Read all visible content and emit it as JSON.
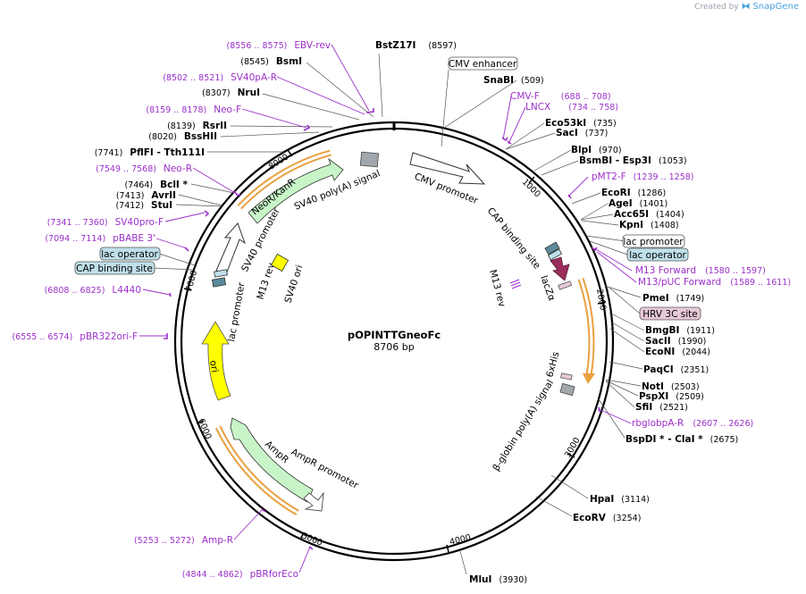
{
  "credit": {
    "prefix": "Created by",
    "brand": "SnapGene"
  },
  "plasmid": {
    "name": "pOPINTTGneoFc",
    "size_label": "8706 bp",
    "length": 8706
  },
  "ticks": [
    {
      "pos": 1000,
      "label": "1000"
    },
    {
      "pos": 2000,
      "label": "2000"
    },
    {
      "pos": 3000,
      "label": "3000"
    },
    {
      "pos": 4000,
      "label": "4000"
    },
    {
      "pos": 5000,
      "label": "5000"
    },
    {
      "pos": 6000,
      "label": "6000"
    },
    {
      "pos": 7000,
      "label": "7000"
    },
    {
      "pos": 8000,
      "label": "8000"
    }
  ],
  "colors": {
    "enzyme": "#000000",
    "primer": "#9b30c9",
    "backbone": "#000000",
    "neo_fill": "#c8f5c8",
    "amp_fill": "#c8f5c8",
    "ori_fill": "#ffff00",
    "sv40ori_fill": "#ffff00",
    "cds_outline": "#e8a040",
    "lacz_fill": "#9b2d5a",
    "regulatory": "#ffffff",
    "polyA": "#a0a8ae",
    "label_box": "#bfe0ea",
    "hrv_box": "#e8c8d8"
  },
  "enzymes": [
    {
      "name": "BstZ17I",
      "pos": "(8597)"
    },
    {
      "name": "BsmI",
      "pos": "(8545)"
    },
    {
      "name": "NruI",
      "pos": "(8307)"
    },
    {
      "name": "RsrII",
      "pos": "(8139)"
    },
    {
      "name": "BssHII",
      "pos": "(8020)"
    },
    {
      "name": "PflFI  - Tth111I",
      "pos": "(7741)"
    },
    {
      "name": "BclI *",
      "pos": "(7464)"
    },
    {
      "name": "AvrII",
      "pos": "(7413)"
    },
    {
      "name": "StuI",
      "pos": "(7412)"
    },
    {
      "name": "SnaBI",
      "pos": "(509)"
    },
    {
      "name": "Eco53kI",
      "pos": "(735)"
    },
    {
      "name": "SacI",
      "pos": "(737)"
    },
    {
      "name": "BlpI",
      "pos": "(970)"
    },
    {
      "name": "BsmBI  - Esp3I",
      "pos": "(1053)"
    },
    {
      "name": "EcoRI",
      "pos": "(1286)"
    },
    {
      "name": "AgeI",
      "pos": "(1401)"
    },
    {
      "name": "Acc65I",
      "pos": "(1404)"
    },
    {
      "name": "KpnI",
      "pos": "(1408)"
    },
    {
      "name": "PmeI",
      "pos": "(1749)"
    },
    {
      "name": "BmgBI",
      "pos": "(1911)"
    },
    {
      "name": "SacII",
      "pos": "(1990)"
    },
    {
      "name": "EcoNI",
      "pos": "(2044)"
    },
    {
      "name": "PaqCI",
      "pos": "(2351)"
    },
    {
      "name": "NotI",
      "pos": "(2503)"
    },
    {
      "name": "PspXI",
      "pos": "(2509)"
    },
    {
      "name": "SfiI",
      "pos": "(2521)"
    },
    {
      "name": "BspDI *  - ClaI *",
      "pos": "(2675)"
    },
    {
      "name": "HpaI",
      "pos": "(3114)"
    },
    {
      "name": "EcoRV",
      "pos": "(3254)"
    },
    {
      "name": "MluI",
      "pos": "(3930)"
    }
  ],
  "primers": [
    {
      "range": "(8556 .. 8575)",
      "name": "EBV-rev"
    },
    {
      "range": "(8502 .. 8521)",
      "name": "SV40pA-R"
    },
    {
      "range": "(8159 .. 8178)",
      "name": "Neo-F"
    },
    {
      "range": "(7549 .. 7568)",
      "name": "Neo-R"
    },
    {
      "range": "(7341 .. 7360)",
      "name": "SV40pro-F"
    },
    {
      "range": "(7094 .. 7114)",
      "name": "pBABE 3'"
    },
    {
      "range": "(6808 .. 6825)",
      "name": "L4440"
    },
    {
      "range": "(6555 .. 6574)",
      "name": "pBR322ori-F"
    },
    {
      "range": "(5253 .. 5272)",
      "name": "Amp-R"
    },
    {
      "range": "(4844 .. 4862)",
      "name": "pBRforEco"
    },
    {
      "range": "(688 .. 708)",
      "name": "CMV-F"
    },
    {
      "range": "(734 .. 758)",
      "name": "LNCX"
    },
    {
      "range": "(1239 .. 1258)",
      "name": "pMT2-F"
    },
    {
      "range": "(1580 .. 1597)",
      "name": "M13 Forward"
    },
    {
      "range": "(1589 .. 1611)",
      "name": "M13/pUC Forward"
    },
    {
      "range": "(2607 .. 2626)",
      "name": "rbglobpA-R"
    }
  ],
  "boxed_labels": {
    "cmv_enhancer": "CMV enhancer",
    "lac_promoter_right": "lac promoter",
    "lac_operator_right": "lac operator",
    "hrv_3c_site": "HRV 3C site",
    "lac_operator_left": "lac operator",
    "cap_site_left": "CAP binding site"
  },
  "features": {
    "cmv_promoter": "CMV promoter",
    "cap_binding_site": "CAP binding site",
    "lacz": "lacZα",
    "m13_rev_right": "M13 rev",
    "his_tag": "6xHis",
    "beta_globin": "β-globin poly(A) signal",
    "sv40_polyA": "SV40 poly(A) signal",
    "neo": "NeoR/KanR",
    "sv40_promoter": "SV40 promoter",
    "sv40_ori": "SV40 ori",
    "m13_rev_left": "M13 rev",
    "lac_promoter_left": "lac promoter",
    "ori": "ori",
    "ampr": "AmpR",
    "ampr_promoter": "AmpR promoter"
  }
}
